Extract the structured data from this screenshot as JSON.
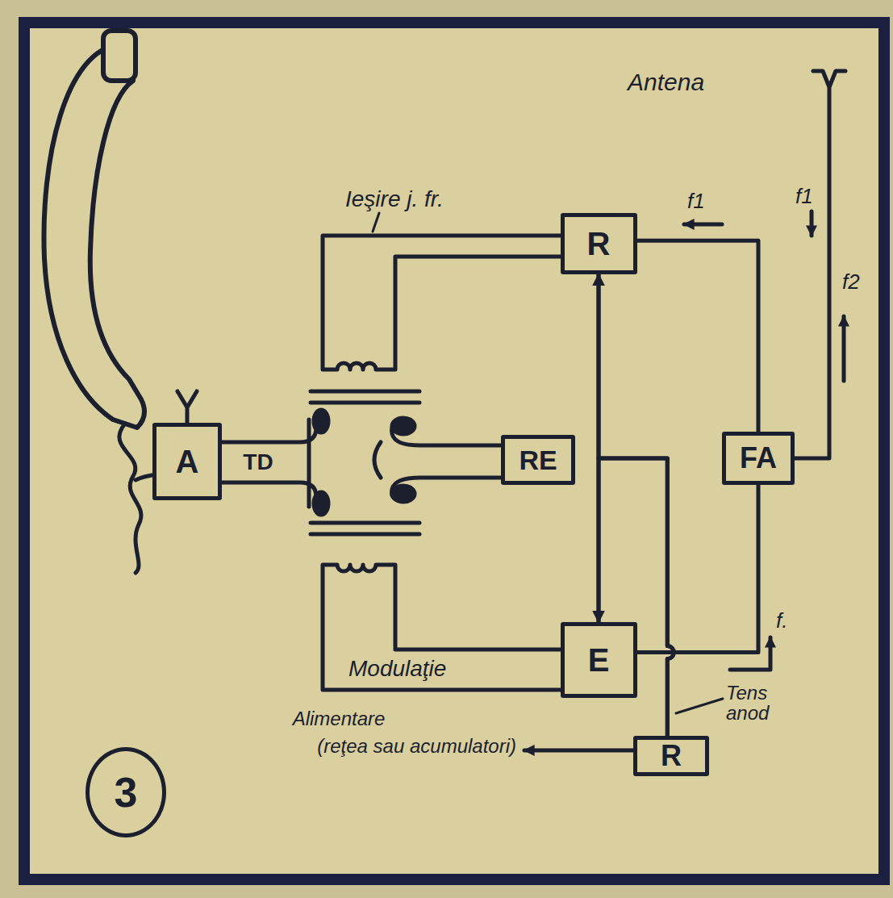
{
  "diagram": {
    "nodes": [
      {
        "text": [
          "R"
        ]
      },
      {
        "text": [
          "A"
        ]
      },
      {
        "text": [
          "RE"
        ]
      },
      {
        "text": [
          "FA"
        ]
      },
      {
        "text": [
          "E"
        ]
      },
      {
        "text": [
          "R"
        ]
      },
      {
        "text": [
          "3"
        ]
      }
    ],
    "edges": [
      {
        "from": 0,
        "to": 4,
        "arrow": "both"
      },
      {
        "from": 0,
        "to": 3,
        "arrow": "none"
      },
      {
        "from": 3,
        "to": 4,
        "arrow": "none"
      },
      {
        "from": 5,
        "to": 0,
        "arrow": "none"
      },
      {
        "from": 5,
        "to": 4,
        "arrow": "none"
      }
    ],
    "labels": [
      "Antena",
      "Ieşire j. fr.",
      "f1",
      "f1",
      "f2",
      "TD",
      "Modulaţie",
      "f.",
      "Tens anod",
      "Alimentare",
      "(reţea sau acumulatori)"
    ]
  }
}
